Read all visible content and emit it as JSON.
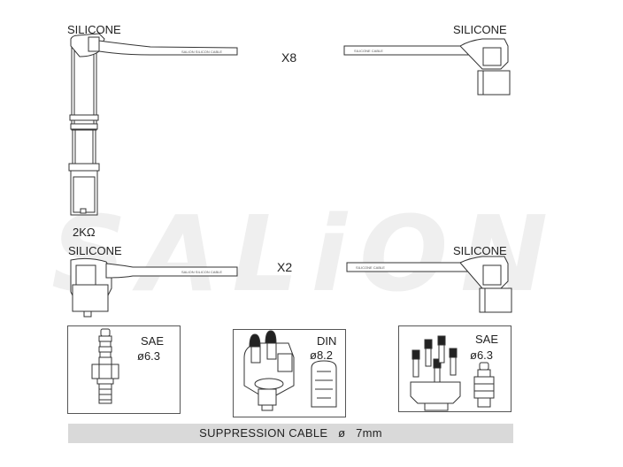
{
  "watermark": "SALiON",
  "labels": {
    "top_left_material": "SILICONE",
    "top_right_material": "SILICONE",
    "top_quantity": "X8",
    "resistor": "2KΩ",
    "mid_left_material": "SILICONE",
    "mid_right_material": "SILICONE",
    "mid_quantity": "X2"
  },
  "cable_prints": {
    "left": "SALION SILICON CABLE",
    "right": "SILICONE CABLE"
  },
  "connectors": [
    {
      "standard": "SAE",
      "size": "ø6.3"
    },
    {
      "standard": "DIN",
      "size": "ø8.2"
    },
    {
      "standard": "SAE",
      "size": "ø6.3"
    }
  ],
  "footer": {
    "text": "SUPPRESSION CABLE   ø   7mm"
  }
}
